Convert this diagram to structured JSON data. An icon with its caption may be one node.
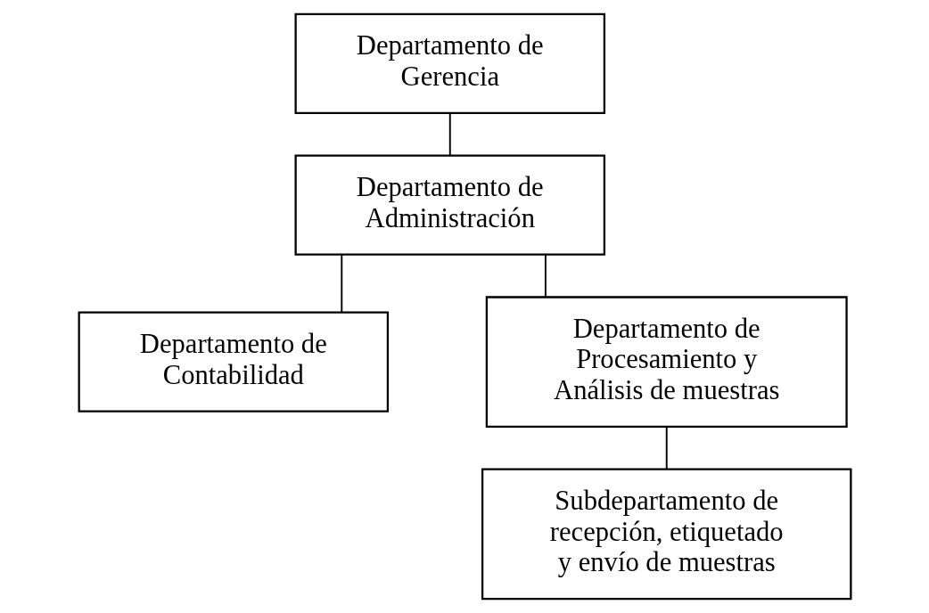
{
  "diagram": {
    "nodes": [
      {
        "text": [
          "Departamento de Gerencia"
        ]
      },
      {
        "text": [
          "Departamento de Administración"
        ]
      },
      {
        "text": [
          "Departamento de Contabilidad"
        ]
      },
      {
        "text": [
          "Departamento de Procesamiento y Análisis de muestras"
        ]
      },
      {
        "text": [
          "Subdepartamento de recepción, etiquetado y envío de muestras"
        ]
      }
    ],
    "edges": [
      {
        "from": 0,
        "to": 1,
        "arrow": "none"
      },
      {
        "from": 1,
        "to": 2,
        "arrow": "none"
      },
      {
        "from": 1,
        "to": 3,
        "arrow": "none"
      },
      {
        "from": 3,
        "to": 4,
        "arrow": "none"
      }
    ]
  }
}
